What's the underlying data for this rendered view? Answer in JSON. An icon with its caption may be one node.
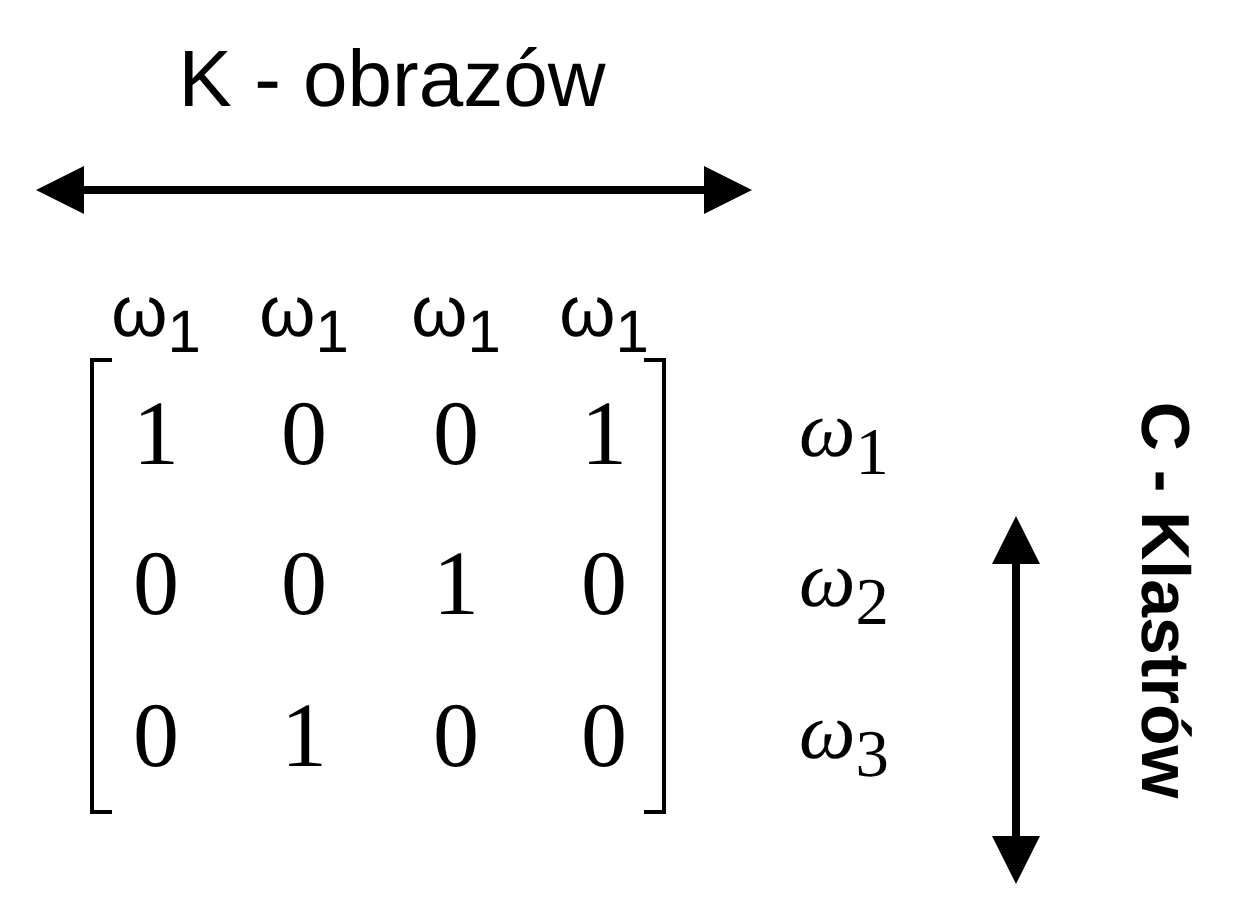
{
  "diagram": {
    "labels": [
      "K - obrazów",
      "ω$_{1}$",
      "ω$_{1}$",
      "ω$_{1}$",
      "ω$_{1}$",
      "1",
      "0",
      "0",
      "1",
      "*ω*$_{1}$",
      "0",
      "0",
      "1",
      "0",
      "*ω*$_{2}$",
      "0",
      "1",
      "0",
      "0",
      "*ω*$_{3}$",
      "C - Klastrów"
    ]
  }
}
